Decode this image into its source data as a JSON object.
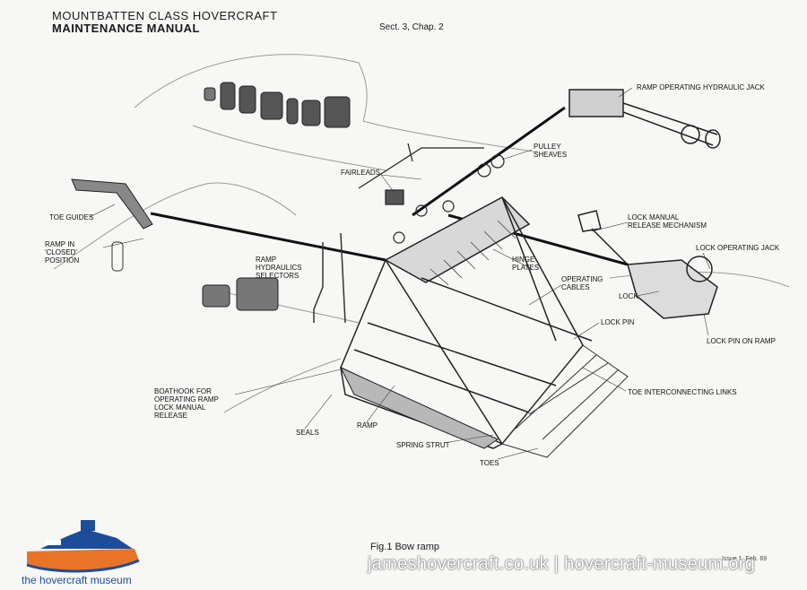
{
  "header": {
    "series": "MOUNTBATTEN CLASS HOVERCRAFT",
    "manual": "MAINTENANCE MANUAL",
    "section": "Sect. 3, Chap. 2"
  },
  "labels": {
    "toe_guides": "TOE GUIDES",
    "ramp_closed": "RAMP IN 'CLOSED' POSITION",
    "fairleads": "FAIRLEADS",
    "pulley_sheaves": "PULLEY SHEAVES",
    "ramp_jack": "RAMP OPERATING HYDRAULIC JACK",
    "lock_manual_release": "LOCK MANUAL RELEASE MECHANISM",
    "lock_operating_jack": "LOCK OPERATING JACK",
    "lock": "LOCK",
    "lock_pin_on_ramp": "LOCK PIN ON RAMP",
    "ramp_hydraulics": "RAMP HYDRAULICS SELECTORS",
    "hinge_plates": "HINGE PLATES",
    "operating_cables": "OPERATING CABLES",
    "lock_pin": "LOCK PIN",
    "toe_links": "TOE INTERCONNECTING LINKS",
    "boathook": "BOATHOOK FOR OPERATING RAMP LOCK MANUAL RELEASE",
    "seals": "SEALS",
    "ramp": "RAMP",
    "spring_strut": "SPRING STRUT",
    "toes": "TOES"
  },
  "figure": {
    "caption": "Fig.1  Bow ramp",
    "issue": "Issue 1, Feb. 69"
  },
  "watermark": "jameshovercraft.co.uk | hovercraft-museum.org",
  "logo_text": "the hovercraft museum",
  "colors": {
    "logo_orange": "#e8742a",
    "logo_blue": "#1d4d9a"
  }
}
